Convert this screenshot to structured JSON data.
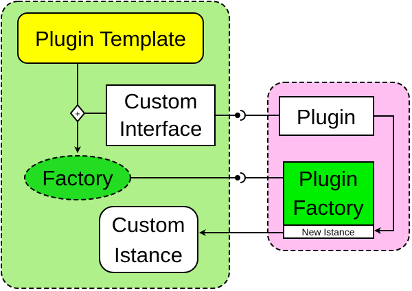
{
  "colors": {
    "left_region": "#b0f08a",
    "right_region": "#ffbff0",
    "template_fill": "#ffff00",
    "factory_fill": "#22dd22",
    "plugin_factory_fill": "#00ee00",
    "box_fill": "#ffffff",
    "stroke": "#000000"
  },
  "nodes": {
    "plugin_template": "Plugin Template",
    "custom_interface": {
      "line1": "Custom",
      "line2": "Interface"
    },
    "factory": "Factory",
    "custom_istance": {
      "line1": "Custom",
      "line2": "Istance"
    },
    "plugin": "Plugin",
    "plugin_factory": {
      "line1": "Plugin",
      "line2": "Factory"
    },
    "new_istance": "New Istance"
  },
  "connectors": {
    "merge_symbol": "+"
  }
}
